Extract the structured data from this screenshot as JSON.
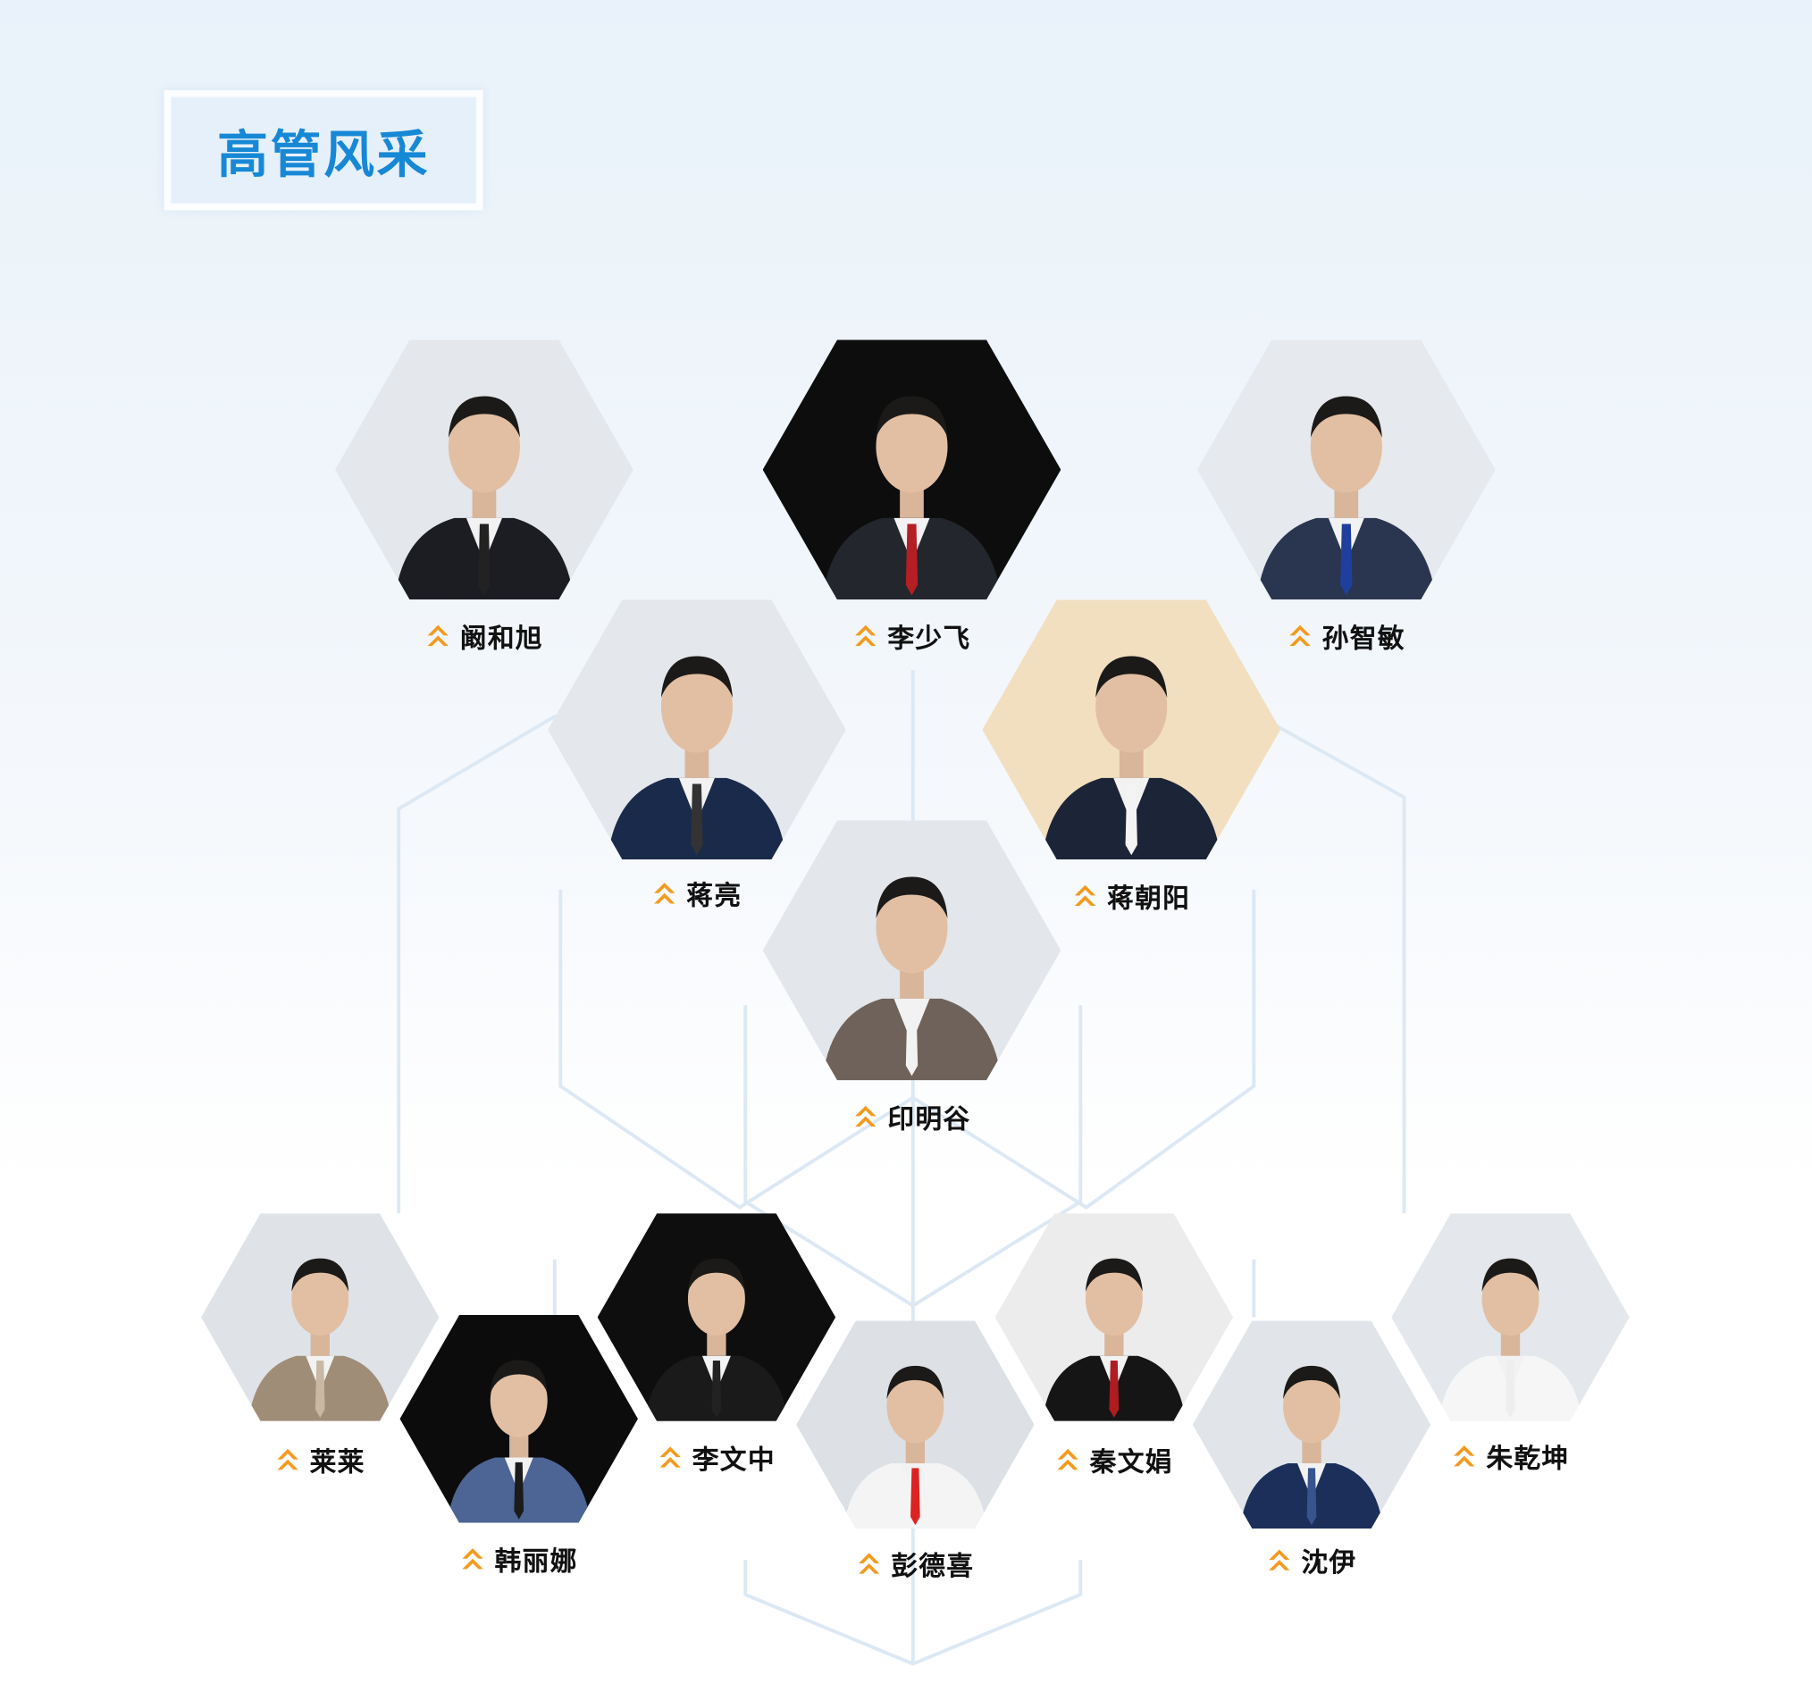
{
  "title": "高管风采",
  "colors": {
    "title": "#1788d6",
    "chevron": "#f39a1e"
  },
  "executives": [
    {
      "name": "阚和旭",
      "bg": "#e4e7ec",
      "suit": "#1b1d22",
      "tie": "#222"
    },
    {
      "name": "李少飞",
      "bg": "#0d0d0d",
      "suit": "#23262c",
      "tie": "#b51f24"
    },
    {
      "name": "孙智敏",
      "bg": "#e6e9ee",
      "suit": "#2a3550",
      "tie": "#1f3f9c"
    },
    {
      "name": "蒋亮",
      "bg": "#e4e7ec",
      "suit": "#1a2a4a",
      "tie": "#333"
    },
    {
      "name": "蒋朝阳",
      "bg": "#f1dfc0",
      "suit": "#1c2438",
      "tie": "#f4f4f4"
    },
    {
      "name": "印明谷",
      "bg": "#e3e6ea",
      "suit": "#6e625b",
      "tie": "#f2f2f2"
    },
    {
      "name": "莱莱",
      "bg": "#dfe3e8",
      "suit": "#a08d78",
      "tie": "#c8b8a4"
    },
    {
      "name": "韩丽娜",
      "bg": "#0c0c0c",
      "suit": "#4d6594",
      "tie": "#1b1b1b"
    },
    {
      "name": "李文中",
      "bg": "#0e0e0e",
      "suit": "#1a1a1a",
      "tie": "#222"
    },
    {
      "name": "彭德喜",
      "bg": "#dde1e6",
      "suit": "#f4f4f4",
      "tie": "#d22"
    },
    {
      "name": "秦文娟",
      "bg": "#ececec",
      "suit": "#151515",
      "tie": "#b01c20"
    },
    {
      "name": "沈伊",
      "bg": "#e1e5ea",
      "suit": "#1c2f5a",
      "tie": "#36558f"
    },
    {
      "name": "朱乾坤",
      "bg": "#e4e7ec",
      "suit": "#f6f6f6",
      "tie": "#eee"
    }
  ]
}
